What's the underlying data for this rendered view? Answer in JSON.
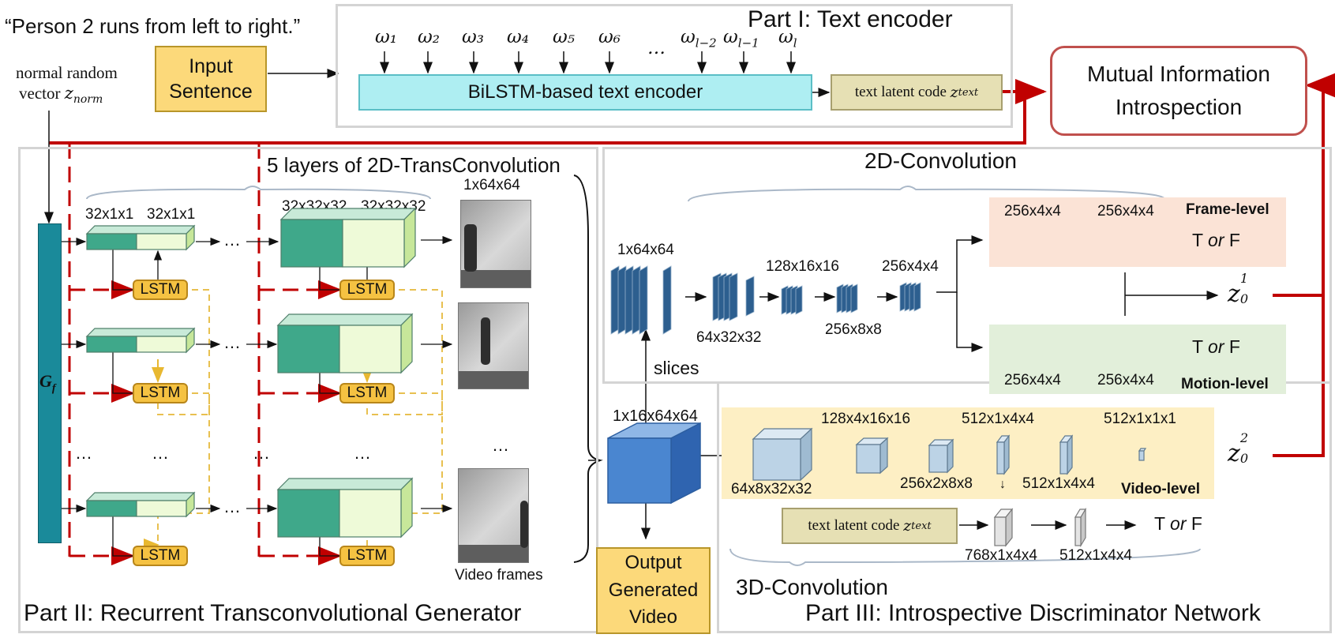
{
  "quote": "“Person 2 runs from left to right.”",
  "noise": {
    "line1": "normal random",
    "line2": "vector",
    "symbol": "z",
    "sub": "norm"
  },
  "input_sentence": {
    "line1": "Input",
    "line2": "Sentence"
  },
  "part1": {
    "title": "Part I: Text encoder",
    "words": [
      "ω₁",
      "ω₂",
      "ω₃",
      "ω₄",
      "ω₅",
      "ω₆",
      "…",
      "ω_{l−2}",
      "ω_{l−1}",
      "ω_l"
    ],
    "encoder_label": "BiLSTM-based text encoder",
    "latent_label": "text latent code",
    "latent_symbol": "z",
    "latent_sub": "text"
  },
  "mutual": {
    "line1": "Mutual Information",
    "line2": "Introspection"
  },
  "part2": {
    "title": "Part II: Recurrent Transconvolutional Generator",
    "gf_label": "G",
    "gf_sub": "f",
    "layers_label": "5 layers of 2D-TransConvolution",
    "dims_small": "32x1x1",
    "dims_small_b": "32x1x1",
    "dims_large": "32x32x32",
    "dims_large_b": "32x32x32",
    "frame_dims": "1x64x64",
    "lstm_label": "LSTM",
    "dots": "…",
    "frames_label": "Video frames"
  },
  "output": {
    "line1": "Output",
    "line2": "Generated",
    "line3": "Video",
    "dims": "1x16x64x64",
    "slices": "slices"
  },
  "part3": {
    "title": "Part III: Introspective Discriminator Network",
    "conv2d_label": "2D-Convolution",
    "conv3d_label": "3D-Convolution",
    "dims_in": "1x64x64",
    "dims_a": "64x32x32",
    "dims_b": "128x16x16",
    "dims_c": "256x8x8",
    "dims_d": "256x4x4",
    "frame_level": "Frame-level",
    "motion_level": "Motion-level",
    "video_level": "Video-level",
    "d44a": "256x4x4",
    "d44b": "256x4x4",
    "d44c": "256x4x4",
    "d44d": "256x4x4",
    "tf_prefix": "T",
    "tf_or": "or",
    "tf_suffix": "F",
    "z01": "z",
    "z01_sub": "0",
    "z01_sup": "1",
    "z02": "z",
    "z02_sub": "0",
    "z02_sup": "2",
    "v_dims_a": "64x8x32x32",
    "v_dims_b": "128x4x16x16",
    "v_dims_c": "256x2x8x8",
    "v_dims_d": "512x1x4x4",
    "v_dims_e": "512x1x4x4",
    "v_dims_f": "512x1x1x1",
    "t_dims_a": "768x1x4x4",
    "t_dims_b": "512x1x4x4",
    "text_latent": "text latent code",
    "text_symbol": "z",
    "text_sub": "text"
  },
  "colors": {
    "red": "#c00000",
    "yellow_dash": "#f0c040",
    "teal_bar": "#1a8a9a",
    "cyan_box": "#aeeef2",
    "olive_box": "#e6e0b4",
    "mutual_border": "#c0504d",
    "frame_bg": "#fbe3d6",
    "motion_bg": "#e2efda",
    "video_bg": "#fdefc4",
    "blue_cube": "#4a86d0"
  }
}
